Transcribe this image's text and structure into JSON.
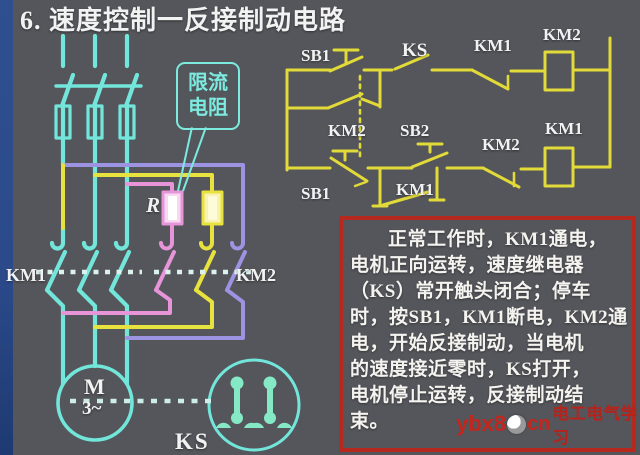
{
  "slide": {
    "title": "6. 速度控制一反接制动电路"
  },
  "colors": {
    "background": "#54565b",
    "left_stripe_blue": "#2c4a8a",
    "circuit_cyan": "#72e6da",
    "circuit_yellow": "#e8e23e",
    "control_yellow": "#e2da38",
    "wire_pink": "#e794d9",
    "wire_purple": "#9d93e3",
    "ks_contact_green": "#86e9c6",
    "info_border_red": "#b7291f",
    "watermark_red": "#c4251c",
    "text_white": "#f2f2f2"
  },
  "main_circuit": {
    "callout": {
      "line1": "限流",
      "line2": "电阻"
    },
    "resistor_label": "R",
    "km1_label": "KM1",
    "km2_label": "KM2",
    "motor": {
      "letter": "M",
      "phase": "3~"
    },
    "speed_relay_label": "KS"
  },
  "control_circuit": {
    "sb1_top": "SB1",
    "ks": "KS",
    "km1_interlock": "KM1",
    "km2_coil": "KM2",
    "km2_aux": "KM2",
    "sb2": "SB2",
    "km2_interlock": "KM2",
    "km1_coil": "KM1",
    "sb1_bottom": "SB1",
    "km1_selfhold": "KM1"
  },
  "info_box": {
    "lines": [
      "正常工作时，KM1通电，",
      "电机正向运转，速度继电器",
      "（KS）常开触头闭合；停车",
      "时，按SB1，KM1断电，KM2通",
      "电，开始反接制动，当电机",
      "的速度接近零时，KS打开，",
      "电机停止运转，反接制动结",
      "束。"
    ]
  },
  "watermark": {
    "site": "ybx8",
    "tld": "cn",
    "caption": "电工电气学习"
  }
}
